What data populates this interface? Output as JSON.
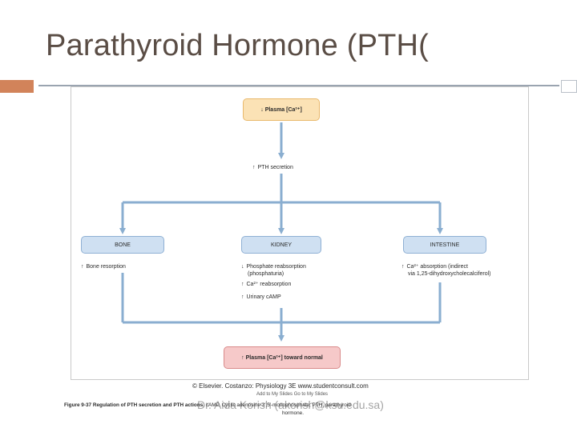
{
  "slide": {
    "title": "Parathyroid Hormone (PTH("
  },
  "diagram": {
    "top_node": {
      "arrow": "↓",
      "text": "Plasma [Ca²⁺]"
    },
    "pth_label": {
      "arrow": "↑",
      "text": "PTH secretion"
    },
    "bone": {
      "title": "BONE",
      "effects": [
        {
          "arrow": "↑",
          "text": "Bone resorption"
        }
      ]
    },
    "kidney": {
      "title": "KIDNEY",
      "effects": [
        {
          "arrow": "↓",
          "text": "Phosphate reabsorption",
          "sub": "(phosphaturia)"
        },
        {
          "arrow": "↑",
          "text": "Ca²⁺ reabsorption"
        },
        {
          "arrow": "↑",
          "text": "Urinary cAMP"
        }
      ]
    },
    "intestine": {
      "title": "INTESTINE",
      "effects": [
        {
          "arrow": "↑",
          "text": "Ca²⁺ absorption (indirect",
          "sub": "via 1,25-dihydroxycholecalciferol)"
        }
      ]
    },
    "bottom_node": {
      "arrow": "↑",
      "text": "Plasma [Ca²⁺] toward normal"
    },
    "colors": {
      "yellow": "#fbe2b5",
      "blue": "#cfe0f2",
      "pink": "#f6c9c9",
      "line": "#8aaed0"
    }
  },
  "footer": {
    "copyright": "© Elsevier. Costanzo: Physiology 3E www.studentconsult.com",
    "small": "Add to My Slides   Go to My Slides",
    "caption_bold": "Figure 9-37 Regulation of PTH secretion and PTH actions",
    "caption_rest": ". cAMP, Cyclic adenosine 3′,5′-monophosphate; PTH, parathyroid",
    "caption_line2": "hormone.",
    "email": "Dr. Aida Korish (akorish@ksu.edu.sa)"
  }
}
